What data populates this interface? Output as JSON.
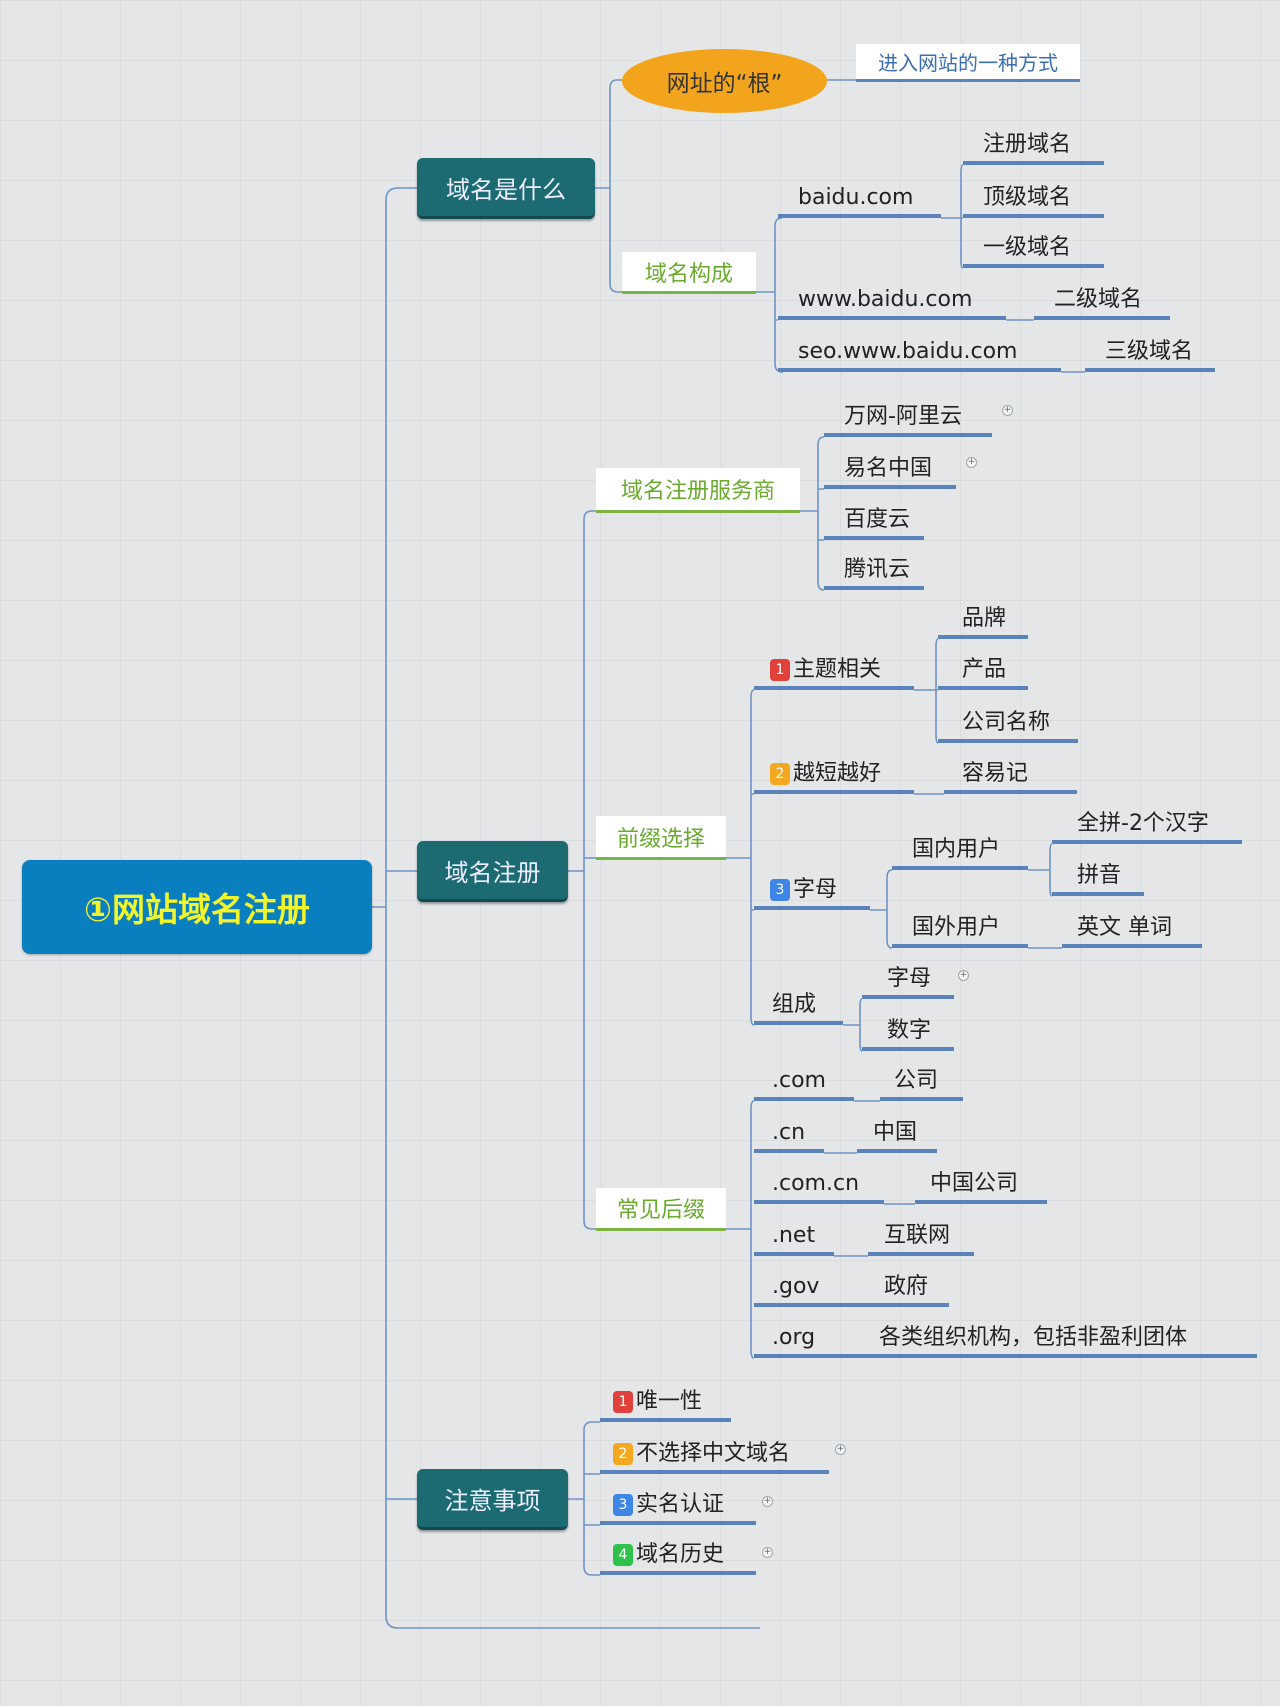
{
  "root": "①网站域名注册",
  "what": {
    "label": "域名是什么",
    "root_of_url": "网址的“根”",
    "root_note": "进入网站的一种方式",
    "composition": "域名构成",
    "baidu": "baidu.com",
    "baidu_children": [
      "注册域名",
      "顶级域名",
      "一级域名"
    ],
    "www": "www.baidu.com",
    "www_child": "二级域名",
    "seo": "seo.www.baidu.com",
    "seo_child": "三级域名"
  },
  "register": {
    "label": "域名注册",
    "providers_label": "域名注册服务商",
    "providers": [
      "万网-阿里云",
      "易名中国",
      "百度云",
      "腾讯云"
    ],
    "prefix_label": "前缀选择",
    "topic": {
      "badge": "1",
      "label": "主题相关",
      "children": [
        "品牌",
        "产品",
        "公司名称"
      ]
    },
    "short": {
      "badge": "2",
      "label": "越短越好",
      "child": "容易记"
    },
    "letters": {
      "badge": "3",
      "label": "字母",
      "domestic": "国内用户",
      "domestic_children": [
        "全拼-2个汉字",
        "拼音"
      ],
      "foreign": "国外用户",
      "foreign_child": "英文 单词"
    },
    "compose": {
      "label": "组成",
      "children": [
        "字母",
        "数字"
      ]
    },
    "suffix_label": "常见后缀",
    "suffixes": [
      {
        "ext": ".com",
        "meaning": "公司"
      },
      {
        "ext": ".cn",
        "meaning": "中国"
      },
      {
        "ext": ".com.cn",
        "meaning": "中国公司"
      },
      {
        "ext": ".net",
        "meaning": "互联网"
      },
      {
        "ext": ".gov",
        "meaning": "政府"
      },
      {
        "ext": ".org",
        "meaning": "各类组织机构，包括非盈利团体"
      }
    ]
  },
  "notes": {
    "label": "注意事项",
    "items": [
      {
        "badge": "1",
        "label": "唯一性"
      },
      {
        "badge": "2",
        "label": "不选择中文域名"
      },
      {
        "badge": "3",
        "label": "实名认证"
      },
      {
        "badge": "4",
        "label": "域名历史"
      }
    ]
  },
  "colors": {
    "badge1": "#e0413a",
    "badge2": "#f3a91f",
    "badge3": "#3d86e6",
    "badge4": "#2fc14a",
    "root": "#0a7fc0",
    "main": "#1c6b73",
    "orange": "#f2a51c"
  }
}
